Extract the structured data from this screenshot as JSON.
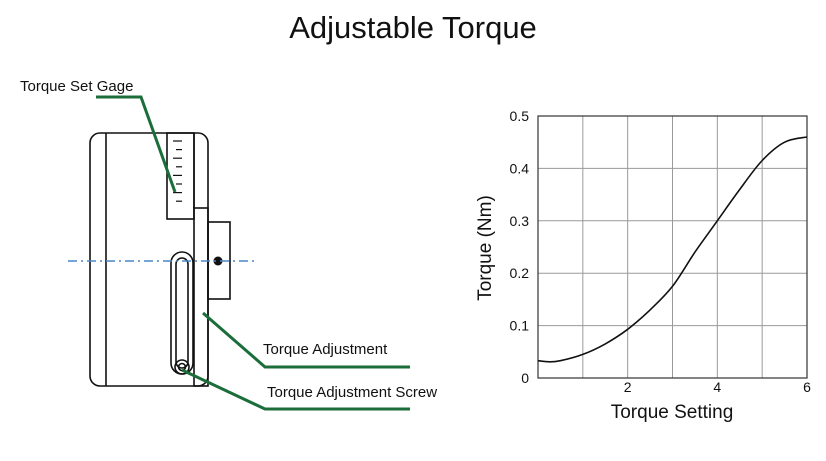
{
  "title": "Adjustable Torque",
  "callouts": {
    "gage": "Torque Set Gage",
    "adjustment": "Torque Adjustment",
    "screw": "Torque Adjustment Screw"
  },
  "colors": {
    "leader": "#1b6e3a",
    "centerline": "#4a86c8",
    "outline": "#111111",
    "grid": "#9a9a9a"
  },
  "chart_data": {
    "type": "line",
    "xlabel": "Torque Setting",
    "ylabel": "Torque (Nm)",
    "xlim": [
      0,
      6
    ],
    "ylim": [
      0,
      0.5
    ],
    "xticks": [
      2,
      4,
      6
    ],
    "yticks": [
      0,
      0.1,
      0.2,
      0.3,
      0.4,
      0.5
    ],
    "grid": true,
    "series": [
      {
        "x": [
          0,
          0.25,
          0.5,
          1,
          1.5,
          2,
          2.5,
          3,
          3.5,
          4,
          4.5,
          5,
          5.5,
          6
        ],
        "y": [
          0.033,
          0.031,
          0.033,
          0.045,
          0.065,
          0.093,
          0.13,
          0.175,
          0.24,
          0.3,
          0.36,
          0.415,
          0.45,
          0.46
        ]
      }
    ]
  }
}
